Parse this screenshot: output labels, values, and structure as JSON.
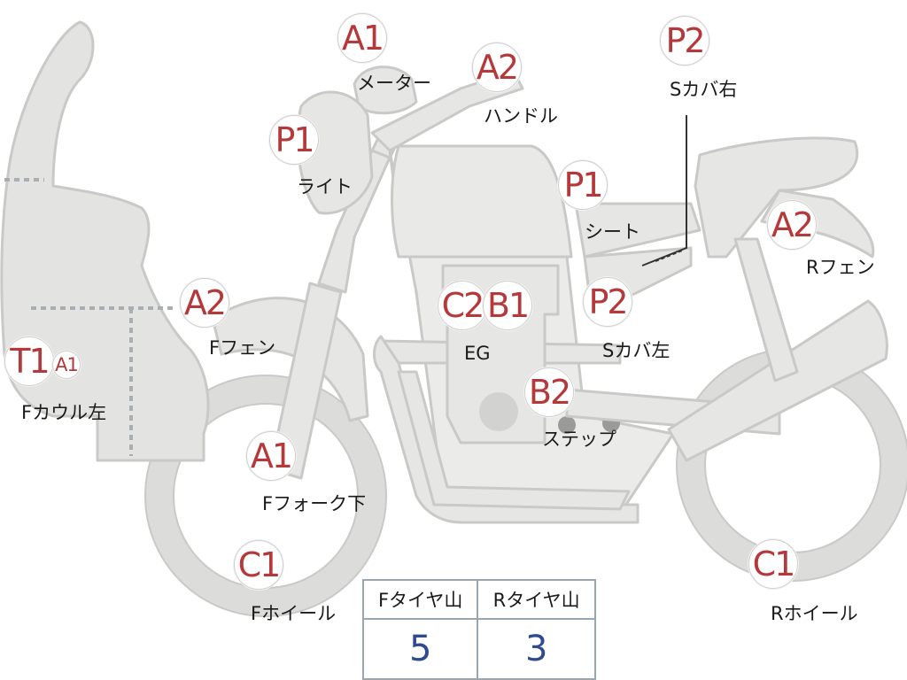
{
  "parts": {
    "a1_meter": {
      "code": "A1",
      "label": "メーター"
    },
    "a2_handle": {
      "code": "A2",
      "label": "ハンドル"
    },
    "p2_scover_right": {
      "code": "P2",
      "label": "Sカバ右"
    },
    "p1_light": {
      "code": "P1",
      "label": "ライト"
    },
    "p1_seat": {
      "code": "P1",
      "label": "シート"
    },
    "a2_rfender": {
      "code": "A2",
      "label": "Rフェン"
    },
    "a2_ffender": {
      "code": "A2",
      "label": "Fフェン"
    },
    "c2_engine": {
      "code": "C2"
    },
    "b1_engine": {
      "code": "B1",
      "label": "EG"
    },
    "p2_scover_left": {
      "code": "P2",
      "label": "Sカバ左"
    },
    "t1_fcowl": {
      "code": "T1",
      "label": "Fカウル左"
    },
    "a1_fcowl": {
      "code": "A1"
    },
    "b2_step": {
      "code": "B2",
      "label": "ステップ"
    },
    "a1_ffork": {
      "code": "A1",
      "label": "Fフォーク下"
    },
    "c1_fwheel": {
      "code": "C1",
      "label": "Fホイール"
    },
    "c1_rwheel": {
      "code": "C1",
      "label": "Rホイール"
    }
  },
  "tread_table": {
    "front_header": "Fタイヤ山",
    "rear_header": "Rタイヤ山",
    "front_value": "5",
    "rear_value": "3"
  }
}
